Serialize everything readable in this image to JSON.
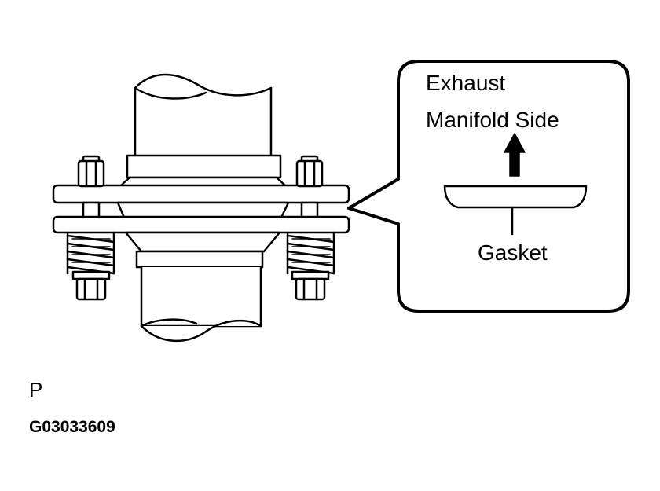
{
  "callout": {
    "title_line1": "Exhaust",
    "title_line2": "Manifold Side",
    "part_label": "Gasket"
  },
  "footer": {
    "view_letter": "P",
    "figure_code": "G03033609"
  },
  "colors": {
    "line": "#000000",
    "fill": "#ffffff"
  },
  "icons": {
    "direction_arrow": "arrow-up-icon"
  }
}
